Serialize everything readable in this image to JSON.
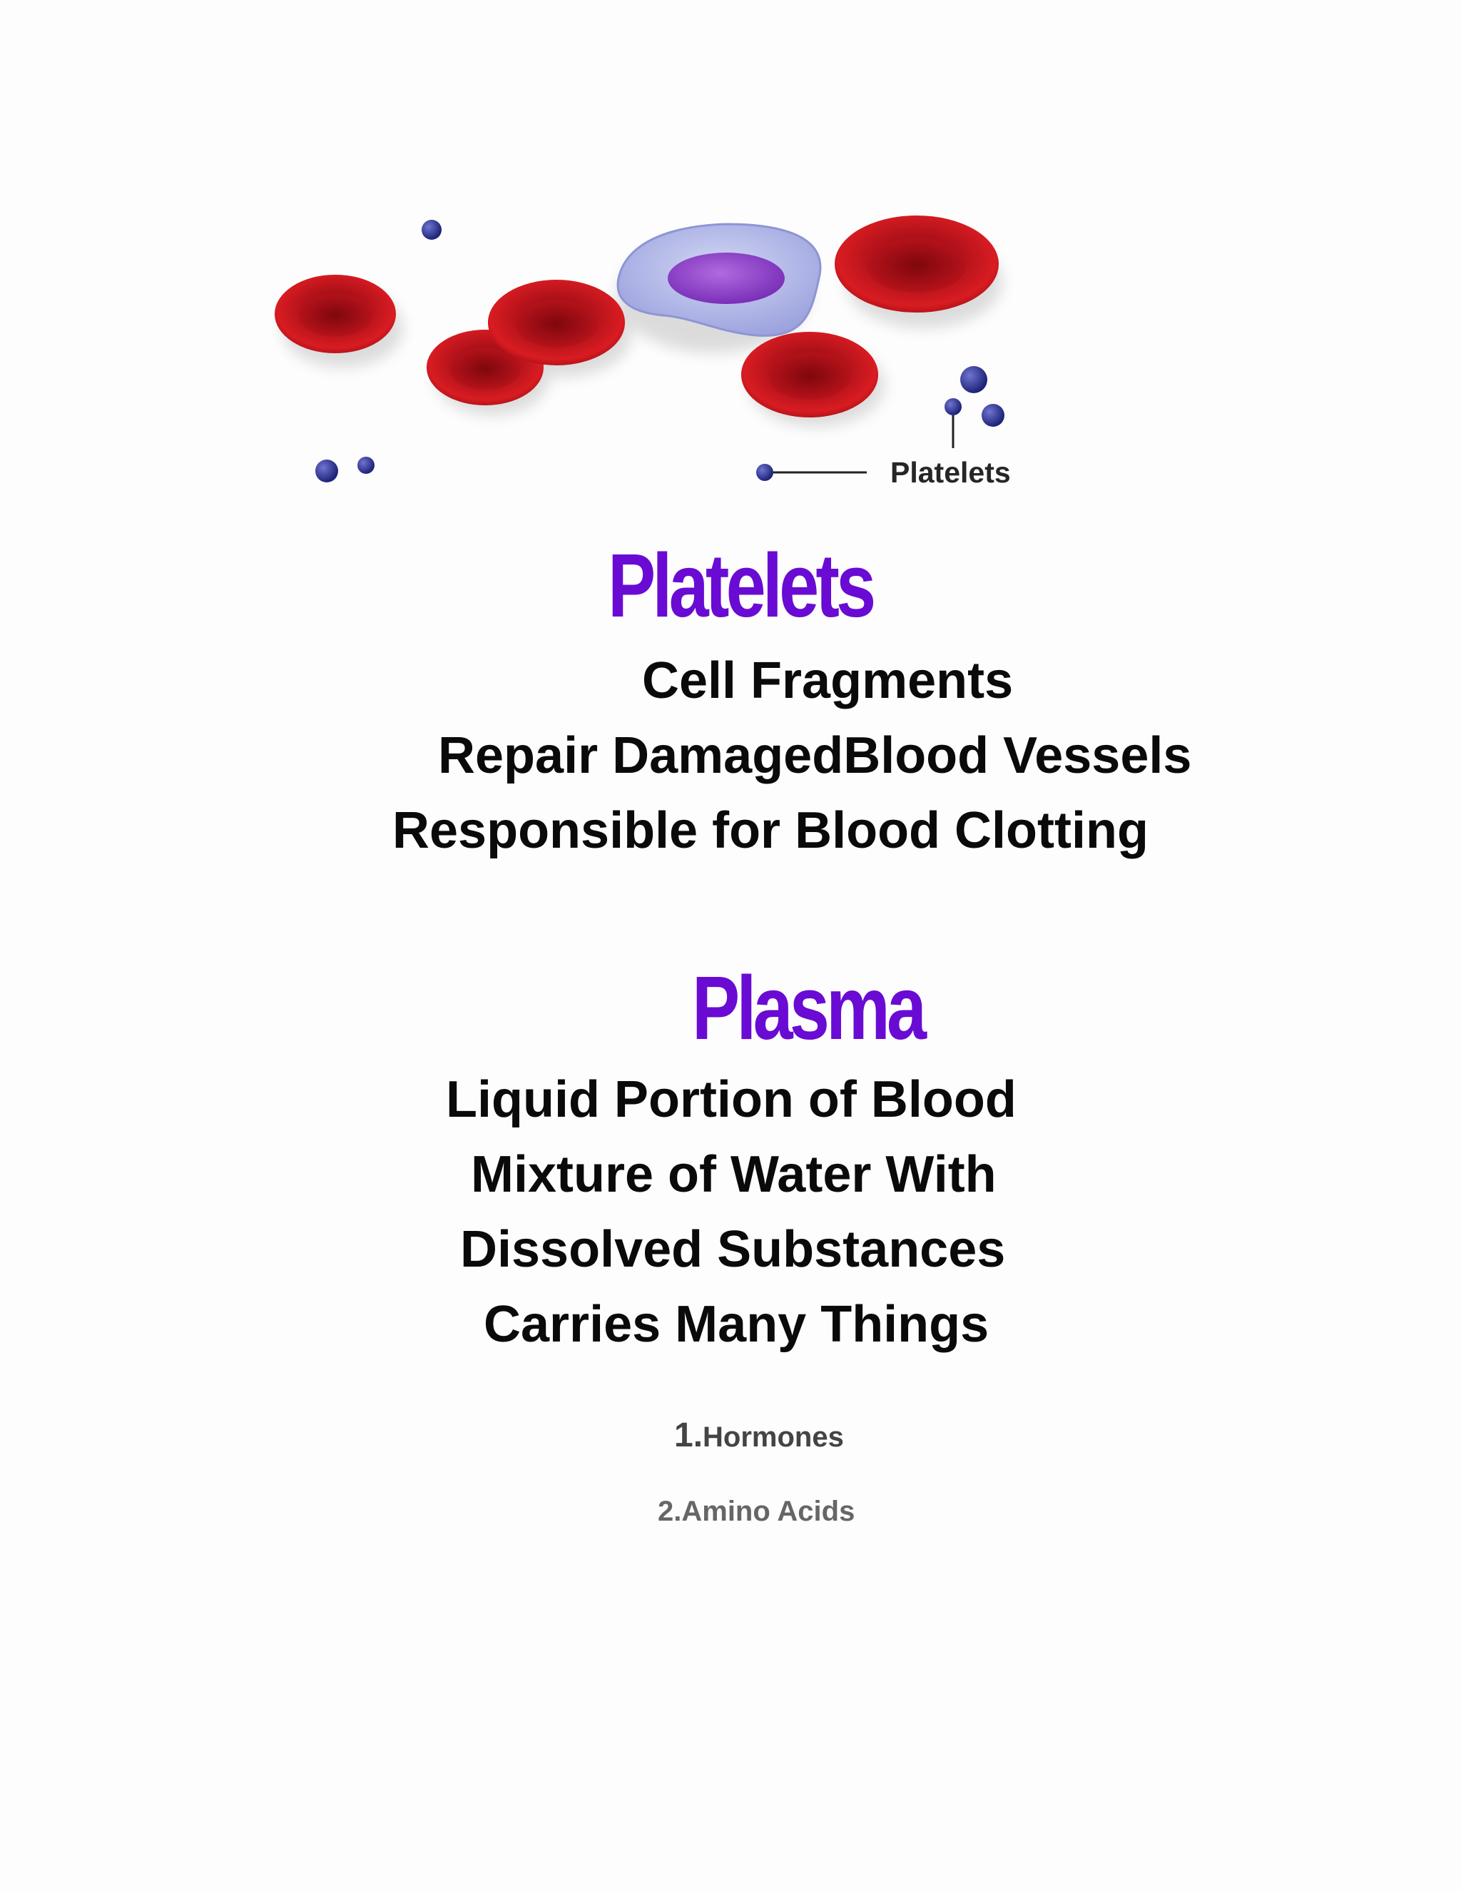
{
  "illustration": {
    "callout_label": "Platelets",
    "colors": {
      "red_cell": "#c4141b",
      "white_cell": "#aab0e6",
      "nucleus": "#8d3fcd",
      "platelet": "#2a2f8c"
    }
  },
  "platelets": {
    "heading": "Platelets",
    "lines": [
      "Cell Fragments",
      "Repair DamagedBlood Vessels",
      "Responsible for Blood Clotting"
    ]
  },
  "plasma": {
    "heading": "Plasma",
    "lines": [
      "Liquid Portion of Blood",
      "Mixture of Water With",
      "Dissolved Substances",
      "Carries Many Things"
    ],
    "list": [
      {
        "number": "1.",
        "text": "Hormones"
      },
      {
        "number": "2.",
        "text": "Amino Acids"
      }
    ]
  },
  "colors": {
    "heading": "#6a0bd4",
    "body_text": "#0a0a0a"
  }
}
